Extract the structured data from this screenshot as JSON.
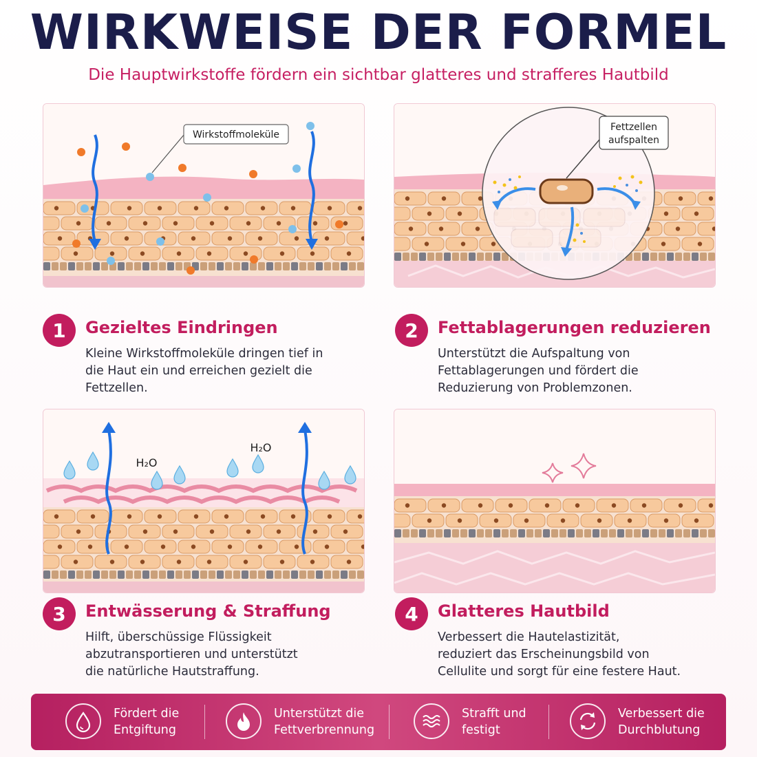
{
  "header": {
    "title": "WIRKWEISE DER FORMEL",
    "subtitle": "Die Hauptwirkstoffe fördern ein sichtbar glatteres und strafferes Hautbild"
  },
  "illustrations": {
    "panel1_label": "Wirkstoffmoleküle",
    "panel2_label_line1": "Fettzellen",
    "panel2_label_line2": "aufspalten",
    "panel3_h2o": "H₂O"
  },
  "steps": [
    {
      "number": "1",
      "title": "Gezieltes Eindringen",
      "lines": [
        "Kleine Wirkstoffmoleküle dringen tief in",
        "die Haut ein und erreichen gezielt die",
        "Fettzellen."
      ]
    },
    {
      "number": "2",
      "title": "Fettablagerungen reduzieren",
      "lines": [
        "Unterstützt die Aufspaltung von",
        "Fettablagerungen und fördert die",
        "Reduzierung von Problemzonen."
      ]
    },
    {
      "number": "3",
      "title": "Entwässerung & Straffung",
      "lines": [
        "Hilft, überschüssige Flüssigkeit",
        "abzutransportieren und unterstützt",
        "die natürliche Hautstraffung."
      ]
    },
    {
      "number": "4",
      "title": "Glatteres Hautbild",
      "lines": [
        "Verbessert die Hautelastizität,",
        "reduziert das Erscheinungsbild von",
        "Cellulite und sorgt für eine festere Haut."
      ]
    }
  ],
  "benefits": [
    {
      "icon": "droplet-icon",
      "line1": "Fördert die",
      "line2": "Entgiftung"
    },
    {
      "icon": "flame-icon",
      "line1": "Unterstützt die",
      "line2": "Fettverbrennung"
    },
    {
      "icon": "waves-icon",
      "line1": "Strafft und",
      "line2": "festigt"
    },
    {
      "icon": "circulation-icon",
      "line1": "Verbessert die",
      "line2": "Durchblutung"
    }
  ],
  "colors": {
    "title": "#1b1d4a",
    "accent": "#c21d5e",
    "skin_top": "#f4b3c2",
    "fat_cell": "#f7c99d",
    "nucleus": "#8b4a22",
    "blue_arrow": "#1f6fe0",
    "molecule_blue": "#7ec0ea",
    "molecule_orange": "#f07a2a",
    "dermis": "#f8dde3"
  }
}
